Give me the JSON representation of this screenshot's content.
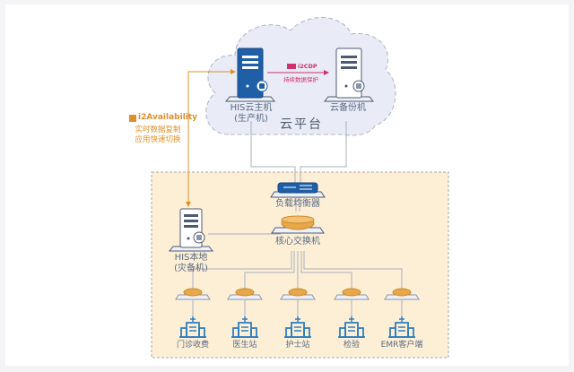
{
  "diagram": {
    "cloud": {
      "title": "云平台",
      "production_host": {
        "label_line1": "HIS云主机",
        "label_line2": "(生产机)"
      },
      "backup_host": {
        "label": "云备份机"
      },
      "cdp_link": {
        "product": "i2CDP",
        "description": "持续数据保护",
        "color": "#d0306e"
      }
    },
    "availability_link": {
      "product": "i2Availability",
      "description_line1": "实时数据复制",
      "description_line2": "应用快速切换",
      "color": "#e0902a"
    },
    "local_site": {
      "load_balancer": {
        "label": "负载均衡器"
      },
      "core_switch": {
        "label": "核心交换机"
      },
      "local_host": {
        "label_line1": "HIS本地",
        "label_line2": "(灾备机)"
      },
      "clients": [
        {
          "label": "门诊收费"
        },
        {
          "label": "医生站"
        },
        {
          "label": "护士站"
        },
        {
          "label": "检验"
        },
        {
          "label": "EMR客户端"
        }
      ]
    },
    "colors": {
      "server_primary": "#1f5fa8",
      "cloud_fill": "#e9ecf6",
      "local_fill": "#fdefd6",
      "switch_fill": "#e8a84a"
    }
  }
}
